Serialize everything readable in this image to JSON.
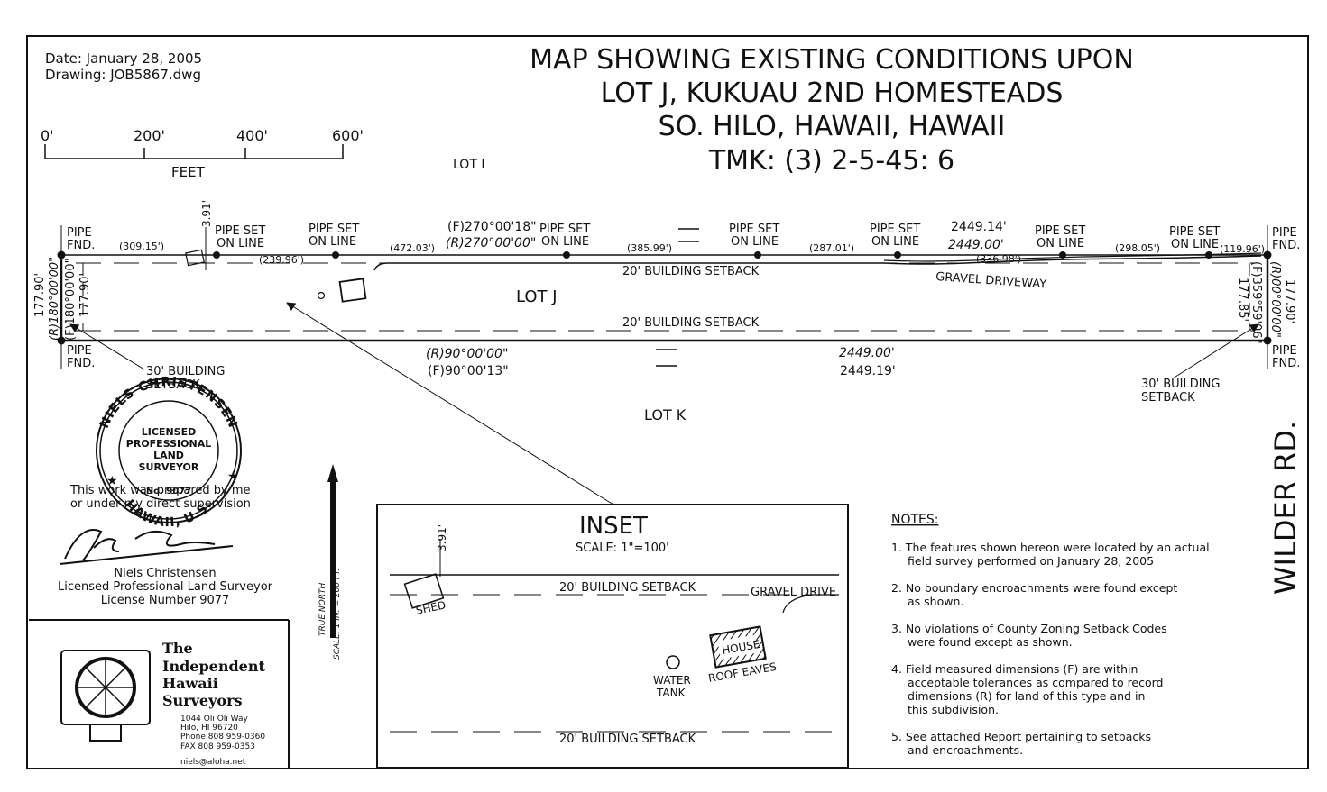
{
  "header": {
    "date": "Date: January 28, 2005",
    "drawing": "Drawing: JOB5867.dwg",
    "title_lines": [
      "MAP SHOWING EXISTING CONDITIONS UPON",
      "LOT J, KUKUAU 2ND HOMESTEADS",
      "SO. HILO, HAWAII, HAWAII",
      "TMK: (3) 2-5-45: 6"
    ]
  },
  "scale_bar": {
    "ticks": [
      "0'",
      "200'",
      "400'",
      "600'"
    ],
    "unit": "FEET"
  },
  "lots": {
    "lot_i": "LOT I",
    "lot_j": "LOT J",
    "lot_k": "LOT K"
  },
  "road": "WILDER RD.",
  "main_map": {
    "pipe_fnd": [
      "PIPE",
      "FND."
    ],
    "pipe_set": [
      "PIPE SET",
      "ON LINE"
    ],
    "top_segments": [
      "(309.15')",
      "(239.96')",
      "(472.03')",
      "(385.99')",
      "(287.01')",
      "(336.98')",
      "(298.05')",
      "(119.96')"
    ],
    "top_bearing_f": "(F)270°00'18\"",
    "top_bearing_r": "(R)270°00'00\"",
    "top_dist_f": "2449.14'",
    "top_dist_r": "2449.00'",
    "bottom_bearing_r": "(R)90°00'00\"",
    "bottom_bearing_f": "(F)90°00'13\"",
    "bottom_dist_r": "2449.00'",
    "bottom_dist_f": "2449.19'",
    "shed_offset": "3.91'",
    "setback_20": "20' BUILDING SETBACK",
    "gravel_driveway": "GRAVEL DRIVEWAY",
    "setback_30": [
      "30' BUILDING",
      "SETBACK"
    ],
    "west_labels": [
      "177.90'",
      "(R)180°00'00\"",
      "(F)180°00'00\"",
      "177.90'"
    ],
    "east_labels": [
      "(F)359°59'06\"",
      "177.85'",
      "(R)00°00'00\"",
      "177.90'"
    ]
  },
  "north_arrow": {
    "label": "TRUE NORTH",
    "scale": "SCALE: 1 IN. = 200 FT."
  },
  "seal": {
    "ring_top": "NIELS CHRISTENSEN",
    "ring_bottom": "HAWAII, U.S.",
    "center": [
      "LICENSED",
      "PROFESSIONAL",
      "LAND",
      "SURVEYOR"
    ],
    "number": "No. 9077"
  },
  "signature_block": {
    "statement": [
      "This work was prepared by me",
      "or under my direct supervision"
    ],
    "name": "Niels Christensen",
    "title": "Licensed Professional Land Surveyor",
    "license": "License Number 9077"
  },
  "company": {
    "name_lines": [
      "The",
      "Independent",
      "Hawaii",
      "Surveyors"
    ],
    "address": [
      "1044 Oli Oli Way",
      "Hilo, HI 96720",
      "Phone 808 959-0360",
      "FAX 808 959-0353"
    ],
    "email": "niels@aloha.net"
  },
  "inset": {
    "title": "INSET",
    "scale": "SCALE: 1\"=100'",
    "offset": "3.91'",
    "setback_top": "20' BUILDING SETBACK",
    "setback_bottom": "20' BUILDING SETBACK",
    "gravel_drive": "GRAVEL DRIVE",
    "shed": "SHED",
    "house": "HOUSE",
    "roof_eaves": "ROOF EAVES",
    "water_tank": [
      "WATER",
      "TANK"
    ]
  },
  "notes": {
    "heading": "NOTES:",
    "items": [
      [
        "1. The features shown hereon were located by an actual",
        "field survey performed on January 28, 2005"
      ],
      [
        "2. No boundary encroachments were found except",
        "as shown."
      ],
      [
        "3. No violations of County Zoning Setback Codes",
        "were found except as shown."
      ],
      [
        "4. Field measured dimensions (F) are within",
        "acceptable tolerances as compared to record",
        "dimensions (R) for land of this type and in",
        "this subdivision."
      ],
      [
        "5. See attached Report pertaining to setbacks",
        "and encroachments."
      ]
    ]
  }
}
